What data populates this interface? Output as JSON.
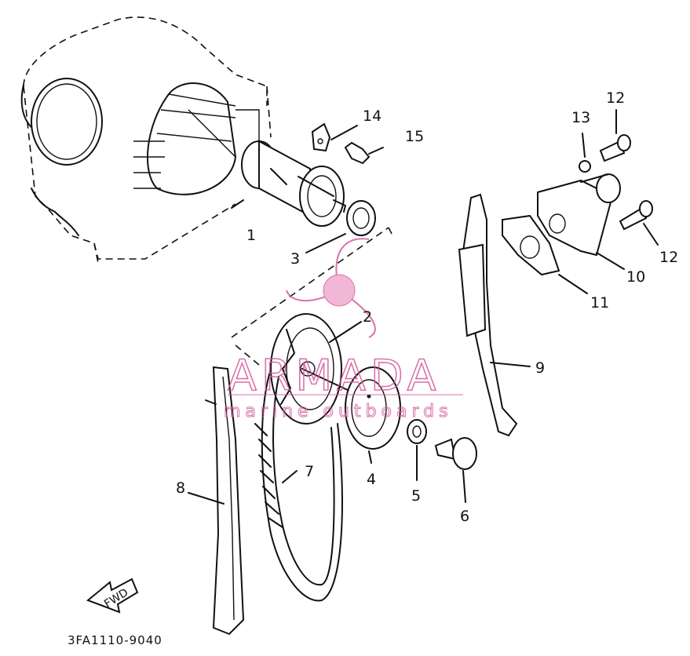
{
  "labels": {
    "p1": "1",
    "p2": "2",
    "p3": "3",
    "p4": "4",
    "p5": "5",
    "p6": "6",
    "p7": "7",
    "p8": "8",
    "p9": "9",
    "p10": "10",
    "p11": "11",
    "p12a": "12",
    "p12b": "12",
    "p13": "13",
    "p14": "14",
    "p15": "15"
  },
  "direction_label": "FWD",
  "diagram_code": "3FA1110-9040",
  "watermark": {
    "title": "ARMADA",
    "subtitle": "marine outboards",
    "color": "#d35b9c"
  }
}
